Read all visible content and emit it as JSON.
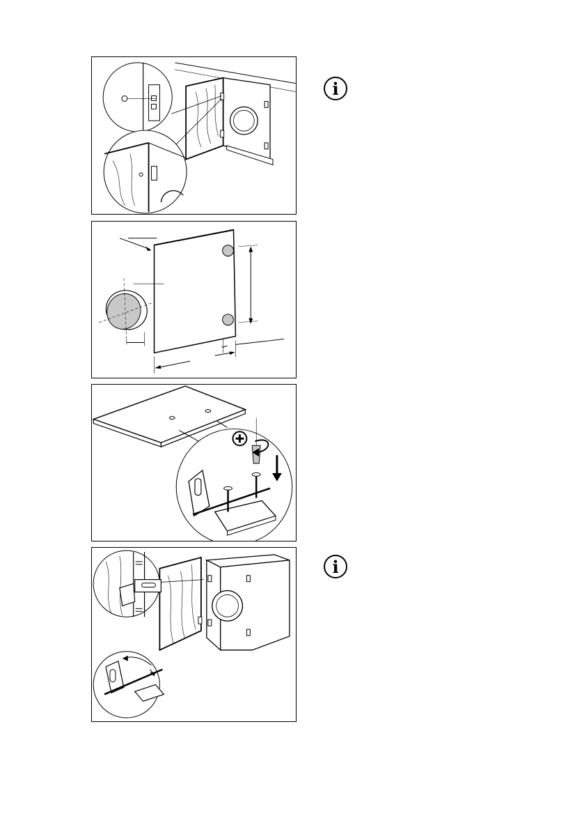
{
  "info_icon_glyph": "i",
  "figures": [
    {
      "id": "fig-door-hinge-alignment"
    },
    {
      "id": "fig-panel-dimensions"
    },
    {
      "id": "fig-hinge-screw-fastening"
    },
    {
      "id": "fig-door-mounting"
    }
  ],
  "colors": {
    "line": "#000000",
    "shade": "#c8c8c8",
    "background": "#ffffff"
  }
}
